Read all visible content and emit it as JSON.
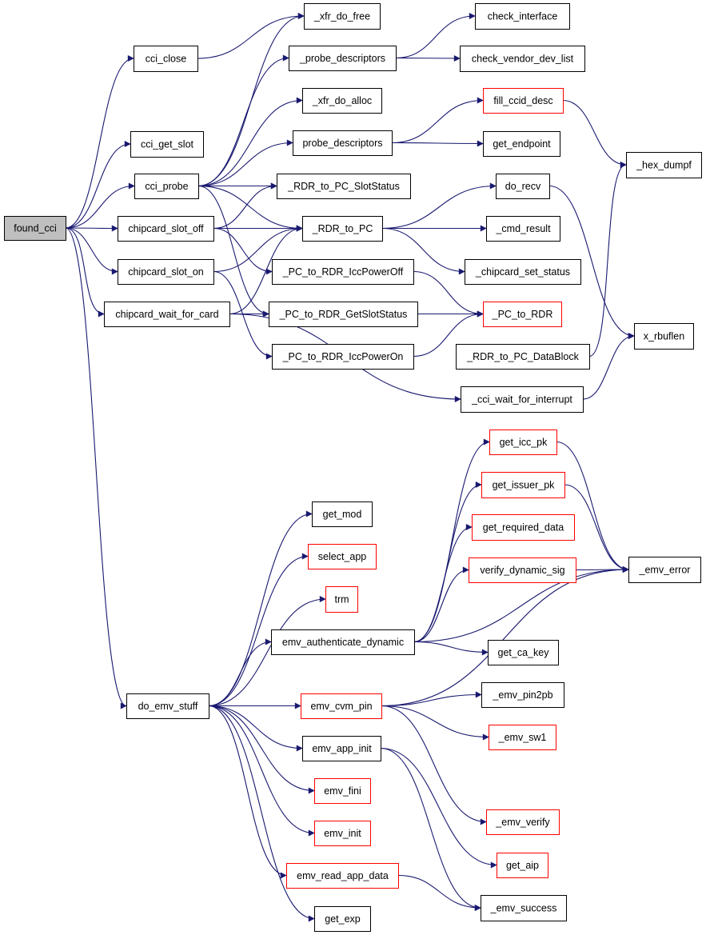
{
  "colors": {
    "edge": "#191970",
    "box_default": "#000000",
    "box_incomplete": "#ff0000",
    "box_root_fill": "#bfbfbf",
    "box_fill": "#ffffff"
  },
  "nodes": [
    {
      "id": "found_cci",
      "label": "found_cci",
      "style": "root"
    },
    {
      "id": "cci_close",
      "label": "cci_close",
      "style": "normal"
    },
    {
      "id": "cci_get_slot",
      "label": "cci_get_slot",
      "style": "normal"
    },
    {
      "id": "cci_probe",
      "label": "cci_probe",
      "style": "normal"
    },
    {
      "id": "chipcard_slot_off",
      "label": "chipcard_slot_off",
      "style": "normal"
    },
    {
      "id": "chipcard_slot_on",
      "label": "chipcard_slot_on",
      "style": "normal"
    },
    {
      "id": "chipcard_wait_for_card",
      "label": "chipcard_wait_for_card",
      "style": "normal"
    },
    {
      "id": "xfr_do_free",
      "label": "_xfr_do_free",
      "style": "normal"
    },
    {
      "id": "probe_descriptors_u",
      "label": "_probe_descriptors",
      "style": "normal"
    },
    {
      "id": "xfr_do_alloc",
      "label": "_xfr_do_alloc",
      "style": "normal"
    },
    {
      "id": "probe_descriptors",
      "label": "probe_descriptors",
      "style": "normal"
    },
    {
      "id": "RDR_to_PC_SlotStatus",
      "label": "_RDR_to_PC_SlotStatus",
      "style": "normal"
    },
    {
      "id": "RDR_to_PC",
      "label": "_RDR_to_PC",
      "style": "normal"
    },
    {
      "id": "PC_to_RDR_IccPowerOff",
      "label": "_PC_to_RDR_IccPowerOff",
      "style": "normal"
    },
    {
      "id": "PC_to_RDR_GetSlotStatus",
      "label": "_PC_to_RDR_GetSlotStatus",
      "style": "normal"
    },
    {
      "id": "PC_to_RDR_IccPowerOn",
      "label": "_PC_to_RDR_IccPowerOn",
      "style": "normal"
    },
    {
      "id": "check_interface",
      "label": "check_interface",
      "style": "normal"
    },
    {
      "id": "check_vendor_dev_list",
      "label": "check_vendor_dev_list",
      "style": "normal"
    },
    {
      "id": "fill_ccid_desc",
      "label": "fill_ccid_desc",
      "style": "incomplete"
    },
    {
      "id": "get_endpoint",
      "label": "get_endpoint",
      "style": "normal"
    },
    {
      "id": "do_recv",
      "label": "do_recv",
      "style": "normal"
    },
    {
      "id": "cmd_result",
      "label": "_cmd_result",
      "style": "normal"
    },
    {
      "id": "chipcard_set_status",
      "label": "_chipcard_set_status",
      "style": "normal"
    },
    {
      "id": "PC_to_RDR",
      "label": "_PC_to_RDR",
      "style": "incomplete"
    },
    {
      "id": "RDR_to_PC_DataBlock",
      "label": "_RDR_to_PC_DataBlock",
      "style": "normal"
    },
    {
      "id": "cci_wait_for_interrupt",
      "label": "_cci_wait_for_interrupt",
      "style": "normal"
    },
    {
      "id": "hex_dumpf",
      "label": "_hex_dumpf",
      "style": "normal"
    },
    {
      "id": "x_rbuflen",
      "label": "x_rbuflen",
      "style": "normal"
    },
    {
      "id": "do_emv_stuff",
      "label": "do_emv_stuff",
      "style": "normal"
    },
    {
      "id": "get_mod",
      "label": "get_mod",
      "style": "normal"
    },
    {
      "id": "select_app",
      "label": "select_app",
      "style": "incomplete"
    },
    {
      "id": "trm",
      "label": "trm",
      "style": "incomplete"
    },
    {
      "id": "emv_authenticate_dynamic",
      "label": "emv_authenticate_dynamic",
      "style": "normal"
    },
    {
      "id": "emv_cvm_pin",
      "label": "emv_cvm_pin",
      "style": "incomplete"
    },
    {
      "id": "emv_app_init",
      "label": "emv_app_init",
      "style": "normal"
    },
    {
      "id": "emv_fini",
      "label": "emv_fini",
      "style": "incomplete"
    },
    {
      "id": "emv_init",
      "label": "emv_init",
      "style": "incomplete"
    },
    {
      "id": "emv_read_app_data",
      "label": "emv_read_app_data",
      "style": "incomplete"
    },
    {
      "id": "get_exp",
      "label": "get_exp",
      "style": "normal"
    },
    {
      "id": "get_icc_pk",
      "label": "get_icc_pk",
      "style": "incomplete"
    },
    {
      "id": "get_issuer_pk",
      "label": "get_issuer_pk",
      "style": "incomplete"
    },
    {
      "id": "get_required_data",
      "label": "get_required_data",
      "style": "incomplete"
    },
    {
      "id": "verify_dynamic_sig",
      "label": "verify_dynamic_sig",
      "style": "incomplete"
    },
    {
      "id": "get_ca_key",
      "label": "get_ca_key",
      "style": "normal"
    },
    {
      "id": "emv_pin2pb",
      "label": "_emv_pin2pb",
      "style": "normal"
    },
    {
      "id": "emv_sw1",
      "label": "_emv_sw1",
      "style": "incomplete"
    },
    {
      "id": "emv_verify",
      "label": "_emv_verify",
      "style": "incomplete"
    },
    {
      "id": "get_aip",
      "label": "get_aip",
      "style": "incomplete"
    },
    {
      "id": "emv_success",
      "label": "_emv_success",
      "style": "normal"
    },
    {
      "id": "emv_error",
      "label": "_emv_error",
      "style": "normal"
    }
  ],
  "edges": [
    {
      "from": "found_cci",
      "to": "cci_close"
    },
    {
      "from": "found_cci",
      "to": "cci_get_slot"
    },
    {
      "from": "found_cci",
      "to": "cci_probe"
    },
    {
      "from": "found_cci",
      "to": "chipcard_slot_off"
    },
    {
      "from": "found_cci",
      "to": "chipcard_slot_on"
    },
    {
      "from": "found_cci",
      "to": "chipcard_wait_for_card"
    },
    {
      "from": "found_cci",
      "to": "do_emv_stuff"
    },
    {
      "from": "cci_close",
      "to": "xfr_do_free"
    },
    {
      "from": "cci_probe",
      "to": "xfr_do_free"
    },
    {
      "from": "cci_probe",
      "to": "probe_descriptors_u"
    },
    {
      "from": "cci_probe",
      "to": "xfr_do_alloc"
    },
    {
      "from": "cci_probe",
      "to": "probe_descriptors"
    },
    {
      "from": "cci_probe",
      "to": "RDR_to_PC_SlotStatus"
    },
    {
      "from": "cci_probe",
      "to": "RDR_to_PC"
    },
    {
      "from": "cci_probe",
      "to": "PC_to_RDR_GetSlotStatus"
    },
    {
      "from": "chipcard_slot_off",
      "to": "RDR_to_PC_SlotStatus"
    },
    {
      "from": "chipcard_slot_off",
      "to": "RDR_to_PC"
    },
    {
      "from": "chipcard_slot_off",
      "to": "PC_to_RDR_IccPowerOff"
    },
    {
      "from": "chipcard_slot_on",
      "to": "RDR_to_PC"
    },
    {
      "from": "chipcard_slot_on",
      "to": "PC_to_RDR_IccPowerOn"
    },
    {
      "from": "chipcard_wait_for_card",
      "to": "RDR_to_PC"
    },
    {
      "from": "chipcard_wait_for_card",
      "to": "PC_to_RDR_GetSlotStatus"
    },
    {
      "from": "chipcard_wait_for_card",
      "to": "cci_wait_for_interrupt"
    },
    {
      "from": "probe_descriptors_u",
      "to": "check_interface"
    },
    {
      "from": "probe_descriptors_u",
      "to": "check_vendor_dev_list"
    },
    {
      "from": "probe_descriptors",
      "to": "fill_ccid_desc"
    },
    {
      "from": "probe_descriptors",
      "to": "get_endpoint"
    },
    {
      "from": "RDR_to_PC",
      "to": "do_recv"
    },
    {
      "from": "RDR_to_PC",
      "to": "cmd_result"
    },
    {
      "from": "RDR_to_PC",
      "to": "chipcard_set_status"
    },
    {
      "from": "PC_to_RDR_IccPowerOff",
      "to": "PC_to_RDR"
    },
    {
      "from": "PC_to_RDR_GetSlotStatus",
      "to": "PC_to_RDR"
    },
    {
      "from": "PC_to_RDR_IccPowerOn",
      "to": "PC_to_RDR"
    },
    {
      "from": "fill_ccid_desc",
      "to": "hex_dumpf"
    },
    {
      "from": "do_recv",
      "to": "x_rbuflen"
    },
    {
      "from": "RDR_to_PC_DataBlock",
      "to": "hex_dumpf"
    },
    {
      "from": "cci_wait_for_interrupt",
      "to": "x_rbuflen"
    },
    {
      "from": "do_emv_stuff",
      "to": "get_mod"
    },
    {
      "from": "do_emv_stuff",
      "to": "select_app"
    },
    {
      "from": "do_emv_stuff",
      "to": "trm"
    },
    {
      "from": "do_emv_stuff",
      "to": "emv_authenticate_dynamic"
    },
    {
      "from": "do_emv_stuff",
      "to": "emv_cvm_pin"
    },
    {
      "from": "do_emv_stuff",
      "to": "emv_app_init"
    },
    {
      "from": "do_emv_stuff",
      "to": "emv_fini"
    },
    {
      "from": "do_emv_stuff",
      "to": "emv_init"
    },
    {
      "from": "do_emv_stuff",
      "to": "emv_read_app_data"
    },
    {
      "from": "do_emv_stuff",
      "to": "get_exp"
    },
    {
      "from": "emv_authenticate_dynamic",
      "to": "get_icc_pk"
    },
    {
      "from": "emv_authenticate_dynamic",
      "to": "get_issuer_pk"
    },
    {
      "from": "emv_authenticate_dynamic",
      "to": "get_required_data"
    },
    {
      "from": "emv_authenticate_dynamic",
      "to": "verify_dynamic_sig"
    },
    {
      "from": "emv_authenticate_dynamic",
      "to": "emv_error"
    },
    {
      "from": "emv_authenticate_dynamic",
      "to": "get_ca_key"
    },
    {
      "from": "emv_cvm_pin",
      "to": "emv_pin2pb"
    },
    {
      "from": "emv_cvm_pin",
      "to": "emv_sw1"
    },
    {
      "from": "emv_cvm_pin",
      "to": "emv_error"
    },
    {
      "from": "emv_cvm_pin",
      "to": "emv_verify"
    },
    {
      "from": "emv_app_init",
      "to": "get_aip"
    },
    {
      "from": "emv_app_init",
      "to": "emv_success"
    },
    {
      "from": "emv_read_app_data",
      "to": "emv_success"
    },
    {
      "from": "get_icc_pk",
      "to": "emv_error"
    },
    {
      "from": "get_issuer_pk",
      "to": "emv_error"
    },
    {
      "from": "verify_dynamic_sig",
      "to": "emv_error"
    }
  ]
}
